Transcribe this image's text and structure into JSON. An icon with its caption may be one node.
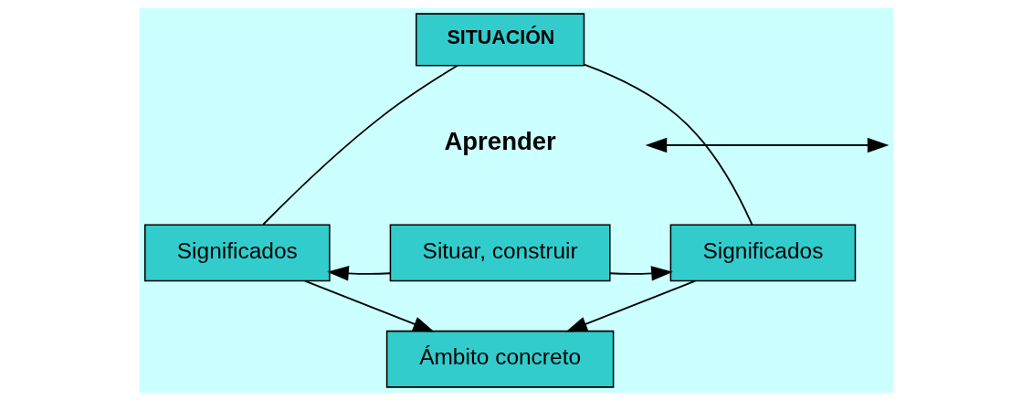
{
  "diagram": {
    "nodes": [
      {
        "text": [
          "SITUACIÓN"
        ]
      },
      {
        "text": [
          "Significados"
        ]
      },
      {
        "text": [
          "Situar, construir"
        ]
      },
      {
        "text": [
          "Significados"
        ]
      },
      {
        "text": [
          "Ámbito concreto"
        ]
      }
    ],
    "edges": [
      {
        "from": 0,
        "to": 1,
        "arrow": "none"
      },
      {
        "from": 0,
        "to": 3,
        "arrow": "none"
      },
      {
        "from": 2,
        "to": 1,
        "arrow": "to"
      },
      {
        "from": 2,
        "to": 3,
        "arrow": "to"
      },
      {
        "from": 1,
        "to": 4,
        "arrow": "to"
      },
      {
        "from": 3,
        "to": 4,
        "arrow": "to"
      }
    ],
    "labels": [
      "Aprender"
    ]
  }
}
